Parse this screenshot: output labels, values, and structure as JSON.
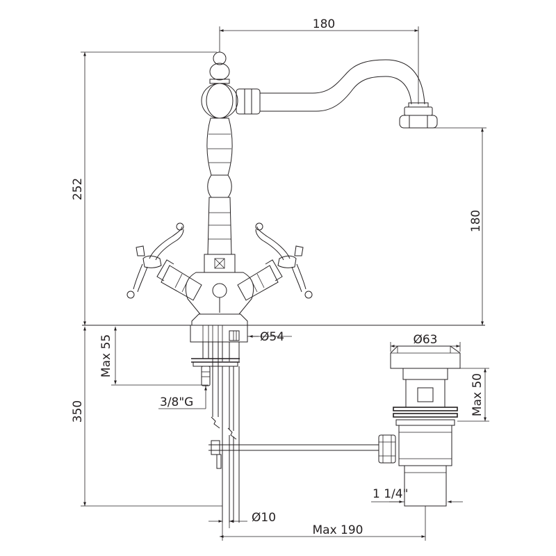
{
  "dimensions": {
    "spout_reach": "180",
    "total_height": "252",
    "spout_height": "180",
    "base_diameter": "Ø54",
    "max_deck_thickness": "Max 55",
    "thread_size": "3/8\"G",
    "tail_length": "350",
    "rod_diameter": "Ø10",
    "rod_max_length": "Max 190",
    "waste_diameter": "Ø63",
    "waste_max_height": "Max 50",
    "waste_thread": "1 1/4\""
  }
}
